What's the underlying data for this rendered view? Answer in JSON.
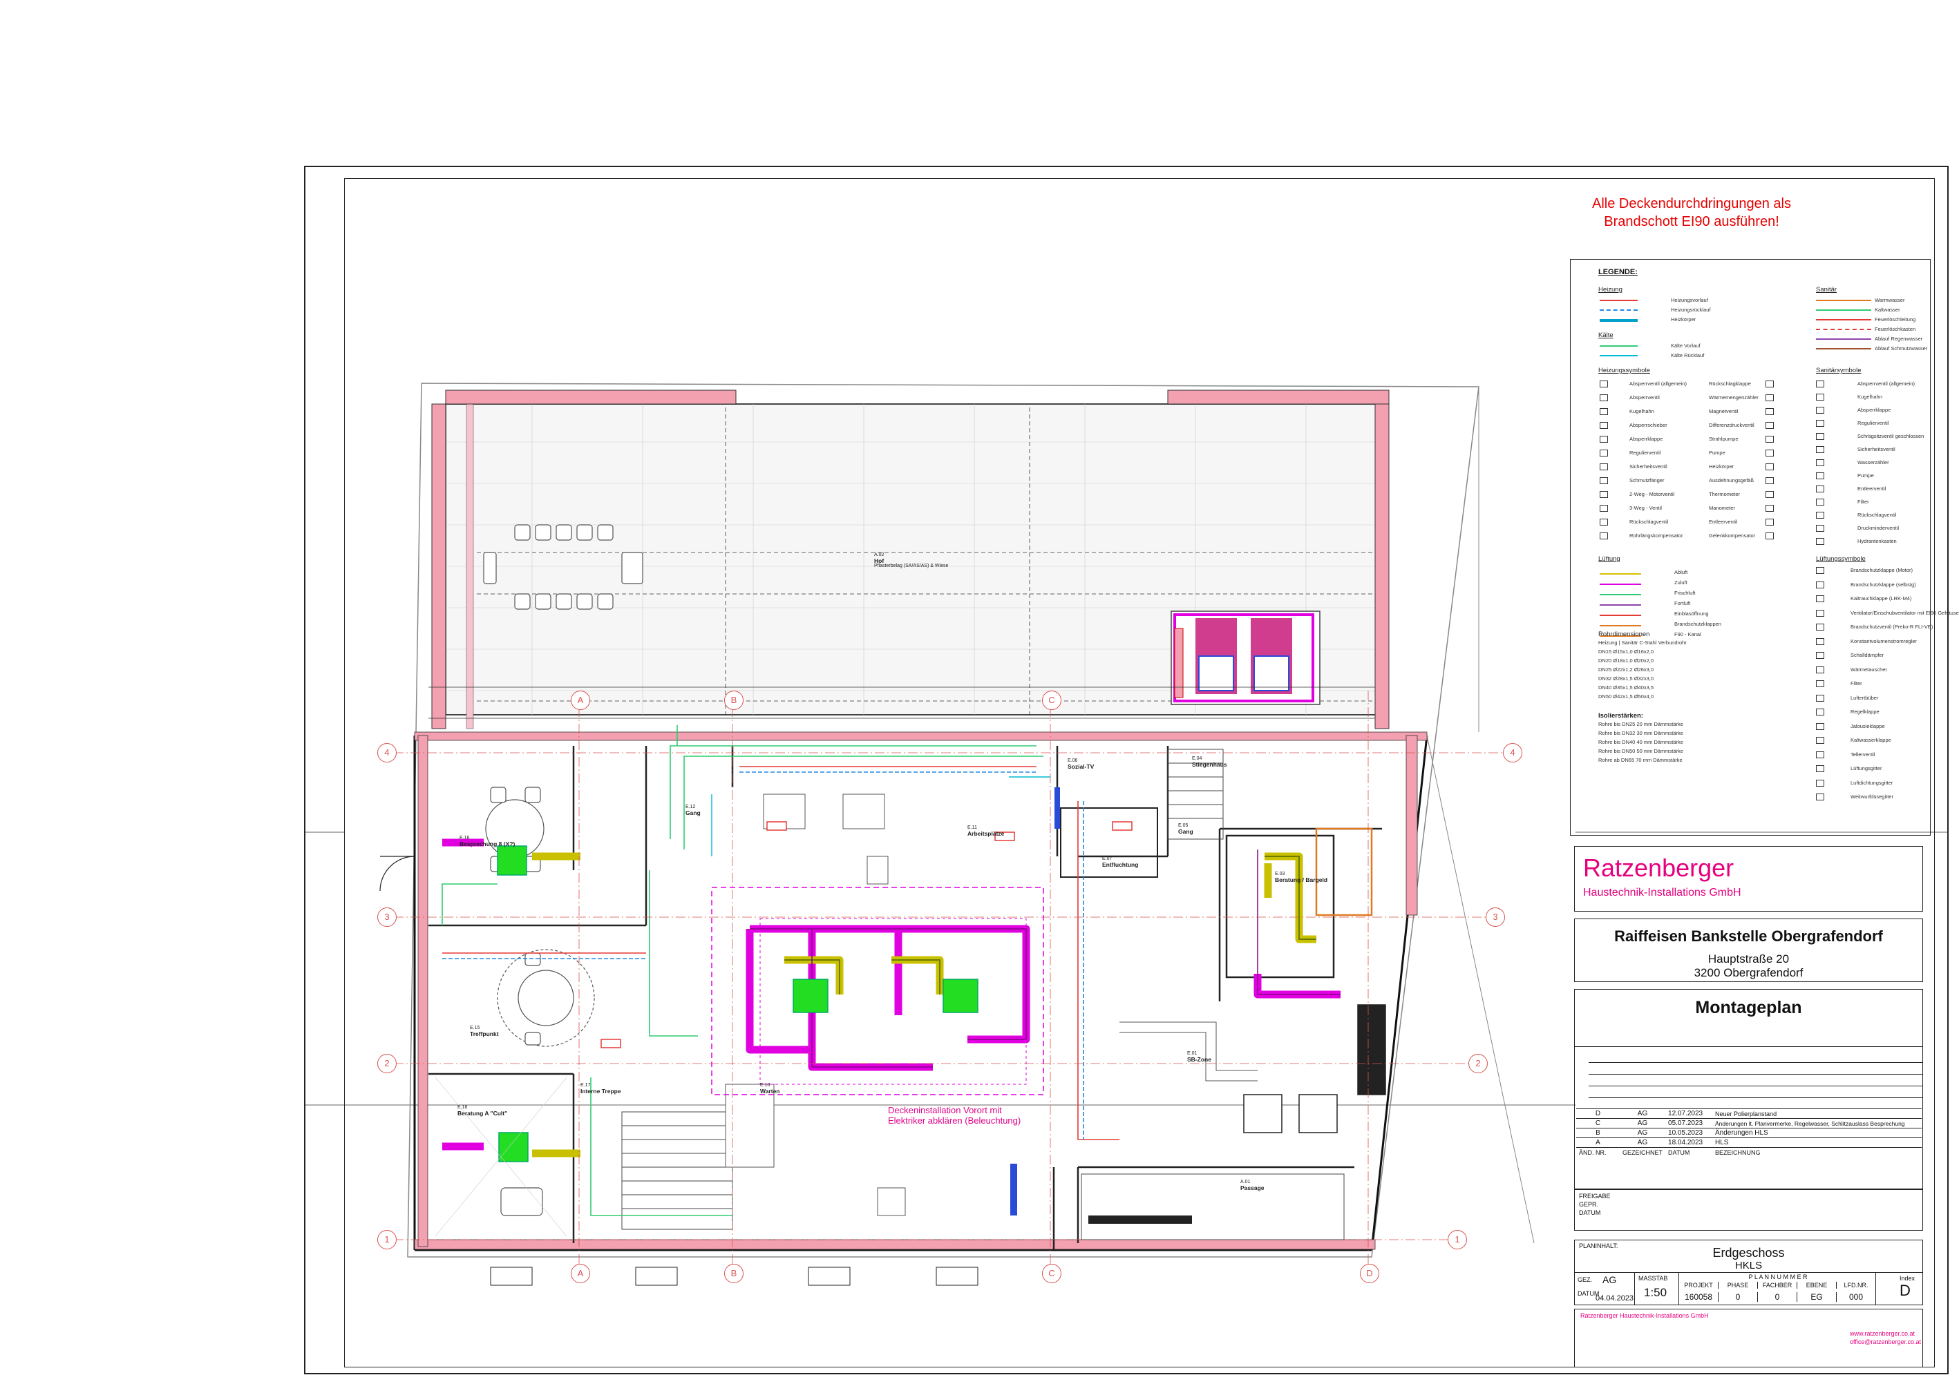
{
  "warning": {
    "line1": "Alle Deckendurchdringungen als",
    "line2": "Brandschott EI90 ausführen!"
  },
  "legend": {
    "title": "LEGENDE:",
    "heizung": {
      "title": "Heizung",
      "items": [
        "Heizungsvorlauf",
        "Heizungsrücklauf",
        "Heizkörper"
      ]
    },
    "kaelte": {
      "title": "Kälte",
      "items": [
        "Kälte Vorlauf",
        "Kälte Rücklauf"
      ]
    },
    "sanitaer": {
      "title": "Sanitär",
      "items": [
        "Warmwasser",
        "Kaltwasser",
        "Feuerlöschleitung",
        "Feuerlöschkasten",
        "Ablauf Regenwasser",
        "Ablauf Schmutzwasser"
      ]
    },
    "heizungssymbole": {
      "title": "Heizungssymbole",
      "col1": [
        "Absperrventil (allgemein)",
        "Absperrventil",
        "Kugelhahn",
        "Absperrschieber",
        "Absperrklappe",
        "Regulierventil",
        "Sicherheitsventil",
        "Schmutzfänger",
        "2-Weg - Motorventil",
        "3-Weg - Ventil",
        "Rückschlagventil",
        "Rohrlängskompensator"
      ],
      "col2": [
        "Rückschlagklappe",
        "Wärmemengenzähler",
        "Magnetventil",
        "Differenzdruckventil",
        "Strahlpumpe",
        "Pumpe",
        "Heizkörper",
        "Ausdehnungsgefäß",
        "Thermometer",
        "Manometer",
        "Entleerventil",
        "Gelenkkompensator"
      ]
    },
    "sanitaersymbole": {
      "title": "Sanitärsymbole",
      "items": [
        "Absperrventil (allgemein)",
        "Kugelhahn",
        "Absperrklappe",
        "Regulierventil",
        "Schrägsitzventil geschlossen",
        "Sicherheitsventil",
        "Wasserzähler",
        "Pumpe",
        "Entleerventil",
        "Filter",
        "Rückschlagventil",
        "Druckminderventil",
        "Hydrantenkasten"
      ]
    },
    "lueftung": {
      "title": "Lüftung",
      "items": [
        "Abluft",
        "Zuluft",
        "Frischluft",
        "Fortluft",
        "Einblasöffnung",
        "Brandschutzklappen",
        "F90 - Kanal"
      ]
    },
    "lueftungssymbole": {
      "title": "Lüftungssymbole",
      "items": [
        "Brandschutzklappe (Motor)",
        "Brandschutzklappe (selbstg)",
        "Kaltrauchklappe (LRK-M4)",
        "Ventilator/Einschubventilator mit EI90 Gehäuse",
        "Brandschutzventil (Preko-R FLI-VE)",
        "Konstantvolumenstromregler",
        "Schalldämpfer",
        "Wärmetauscher",
        "Filter",
        "Luftertbüber",
        "Regelklappe",
        "Jalousieklappe",
        "Kaltwasserklappe",
        "Tellerventil",
        "Lüftungsgitter",
        "Luftdichtungsgitter",
        "Weitwurfdüsegitter"
      ]
    },
    "rohrdimensionen": {
      "title": "Rohrdimensionen",
      "header": "Heizung | Sanitär    C-Stahl    Verbundrohr",
      "rows": [
        "DN15      Ø15x1,0    Ø16x2,0",
        "DN20      Ø18x1,0    Ø20x2,0",
        "DN25      Ø22x1,2    Ø26x3,0",
        "DN32      Ø28x1,5    Ø32x3,0",
        "DN40      Ø35x1,5    Ø40x3,5",
        "DN50      Ø42x1,5    Ø50x4,0"
      ]
    },
    "isolierstaerken": {
      "title": "Isolierstärken:",
      "rows": [
        "Rohre bis DN25     20 mm Dämmstärke",
        "Rohre bis DN32     30 mm Dämmstärke",
        "Rohre bis DN40     40 mm Dämmstärke",
        "Rohre bis DN50     50 mm Dämmstärke",
        "Rohre ab DN65      70 mm Dämmstärke"
      ]
    }
  },
  "company": {
    "name": "Ratzenberger",
    "subtitle": "Haustechnik-Installations GmbH"
  },
  "project": {
    "title": "Raiffeisen Bankstelle Obergrafendorf",
    "street": "Hauptstraße 20",
    "city": "3200 Obergrafendorf"
  },
  "plan_type": "Montageplan",
  "revisions": {
    "rows": [
      {
        "idx": "D",
        "by": "AG",
        "date": "12.07.2023",
        "desc": "Neuer Polierplanstand"
      },
      {
        "idx": "C",
        "by": "AG",
        "date": "05.07.2023",
        "desc": "Änderungen lt. Planvermerke, Regelwasser, Schlitzauslass Besprechung"
      },
      {
        "idx": "B",
        "by": "AG",
        "date": "10.05.2023",
        "desc": "Änderungen HLS"
      },
      {
        "idx": "A",
        "by": "AG",
        "date": "18.04.2023",
        "desc": "HLS"
      }
    ],
    "headers": [
      "ÄND. NR.",
      "GEZEICHNET",
      "DATUM",
      "BEZEICHNUNG"
    ]
  },
  "freigabe": {
    "label1": "FREIGABE",
    "label2": "GEPR.",
    "label3": "DATUM"
  },
  "planinhalt": {
    "label": "PLANINHALT:",
    "floor": "Erdgeschoss",
    "trade": "HKLS",
    "gez_label": "GEZ.",
    "gez": "AG",
    "datum_label": "DATUM",
    "datum": "04.04.2023",
    "massstab_label": "MASSTAB",
    "massstab": "1:50",
    "plannummer_label": "P L A N N U M M E R",
    "cols": [
      "PROJEKT",
      "PHASE",
      "FACHBER",
      "EBENE",
      "LFD.NR."
    ],
    "vals": [
      "160058",
      "0",
      "0",
      "EG",
      "000"
    ],
    "index_label": "Index",
    "index": "D"
  },
  "contact": {
    "line1": "Ratzenberger Haustechnik-Installations GmbH",
    "web": "www.ratzenberger.co.at",
    "mail": "office@ratzenberger.co.at"
  },
  "plan_notes": {
    "ceiling_install": "Deckeninstallation Vorort mit",
    "ceiling_install2": "Elektriker abklären (Beleuchtung)"
  },
  "rooms": [
    {
      "name": "Hof",
      "code": "A.02",
      "detail": "Pflasterbelag (SA/AS/AS) & Wiese"
    },
    {
      "name": "Besprechung 8 (X?)",
      "code": "E.16"
    },
    {
      "name": "Treffpunkt",
      "code": "E.15"
    },
    {
      "name": "Interne Treppe",
      "code": "E.17"
    },
    {
      "name": "Beratung A \"Cult\"",
      "code": "E.18"
    },
    {
      "name": "Gang",
      "code": "E.12"
    },
    {
      "name": "Arbeitsplätze",
      "code": "E.11"
    },
    {
      "name": "Warten",
      "code": "E.10"
    },
    {
      "name": "Entfluchtung",
      "code": "E.07"
    },
    {
      "name": "Gang",
      "code": "E.05"
    },
    {
      "name": "Stiegenhaus",
      "code": "E.04"
    },
    {
      "name": "SB-Zone",
      "code": "E.01"
    },
    {
      "name": "Passage",
      "code": "A.01"
    },
    {
      "name": "Beratung / Bargeld",
      "code": "E.03"
    },
    {
      "name": "Sozial-TV",
      "code": "E.06"
    }
  ],
  "grid_axes": {
    "letters": [
      "A",
      "B",
      "C",
      "D"
    ],
    "numbers": [
      "4",
      "3",
      "2",
      "1"
    ]
  },
  "colors": {
    "heating_supply": "#e53935",
    "heating_return": "#1e88e5",
    "cooling": "#00bcd4",
    "exhaust": "#d4c000",
    "supply_air": "#e000e0",
    "fresh_air": "#2ecc71",
    "company_pink": "#e6007e",
    "warning_red": "#e60000",
    "wall_pink": "#f3a0b0"
  }
}
